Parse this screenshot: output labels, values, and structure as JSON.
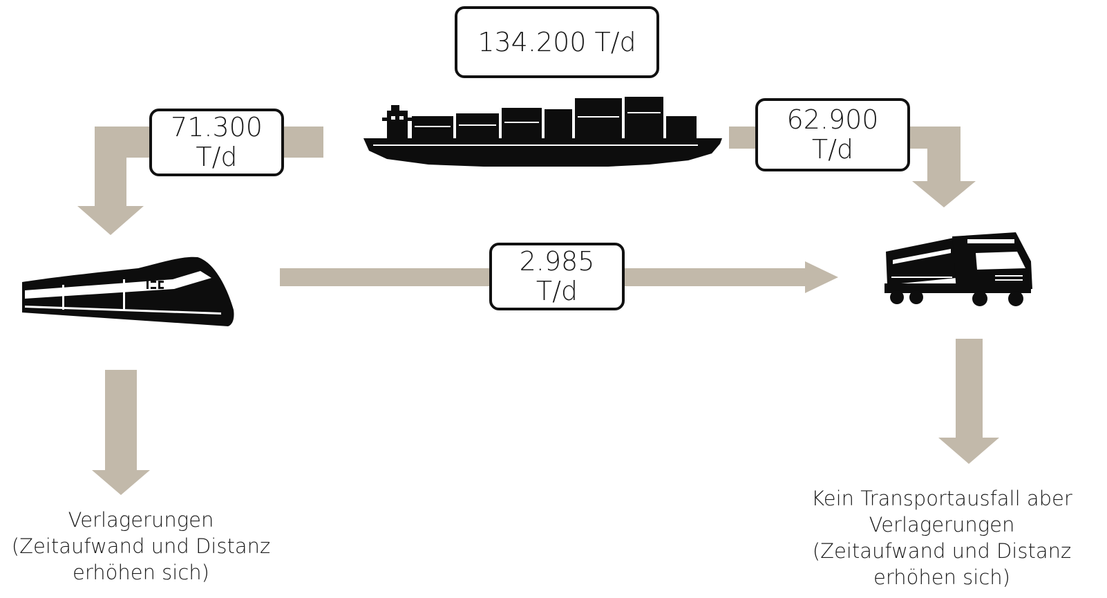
{
  "colors": {
    "arrow": "#c2b9aa",
    "box_border": "#111111",
    "silhouette": "#0d0d0d"
  },
  "icons": {
    "ship": "container-ship-silhouette-icon",
    "train": "ice-train-silhouette-icon",
    "truck": "truck-silhouette-icon"
  },
  "flows": {
    "total": {
      "value": "134.200 T/d"
    },
    "to_rail": {
      "line1": "71.300",
      "line2": "T/d"
    },
    "to_road": {
      "line1": "62.900",
      "line2": "T/d"
    },
    "rail_to_road": {
      "line1": "2.985",
      "line2": "T/d"
    }
  },
  "outcomes": {
    "rail": {
      "lines": [
        "Verlagerungen",
        "(Zeitaufwand und Distanz",
        "erhöhen sich)"
      ]
    },
    "road": {
      "lines": [
        "Kein Transportausfall aber",
        "Verlagerungen",
        "(Zeitaufwand und Distanz",
        "erhöhen sich)"
      ]
    }
  }
}
